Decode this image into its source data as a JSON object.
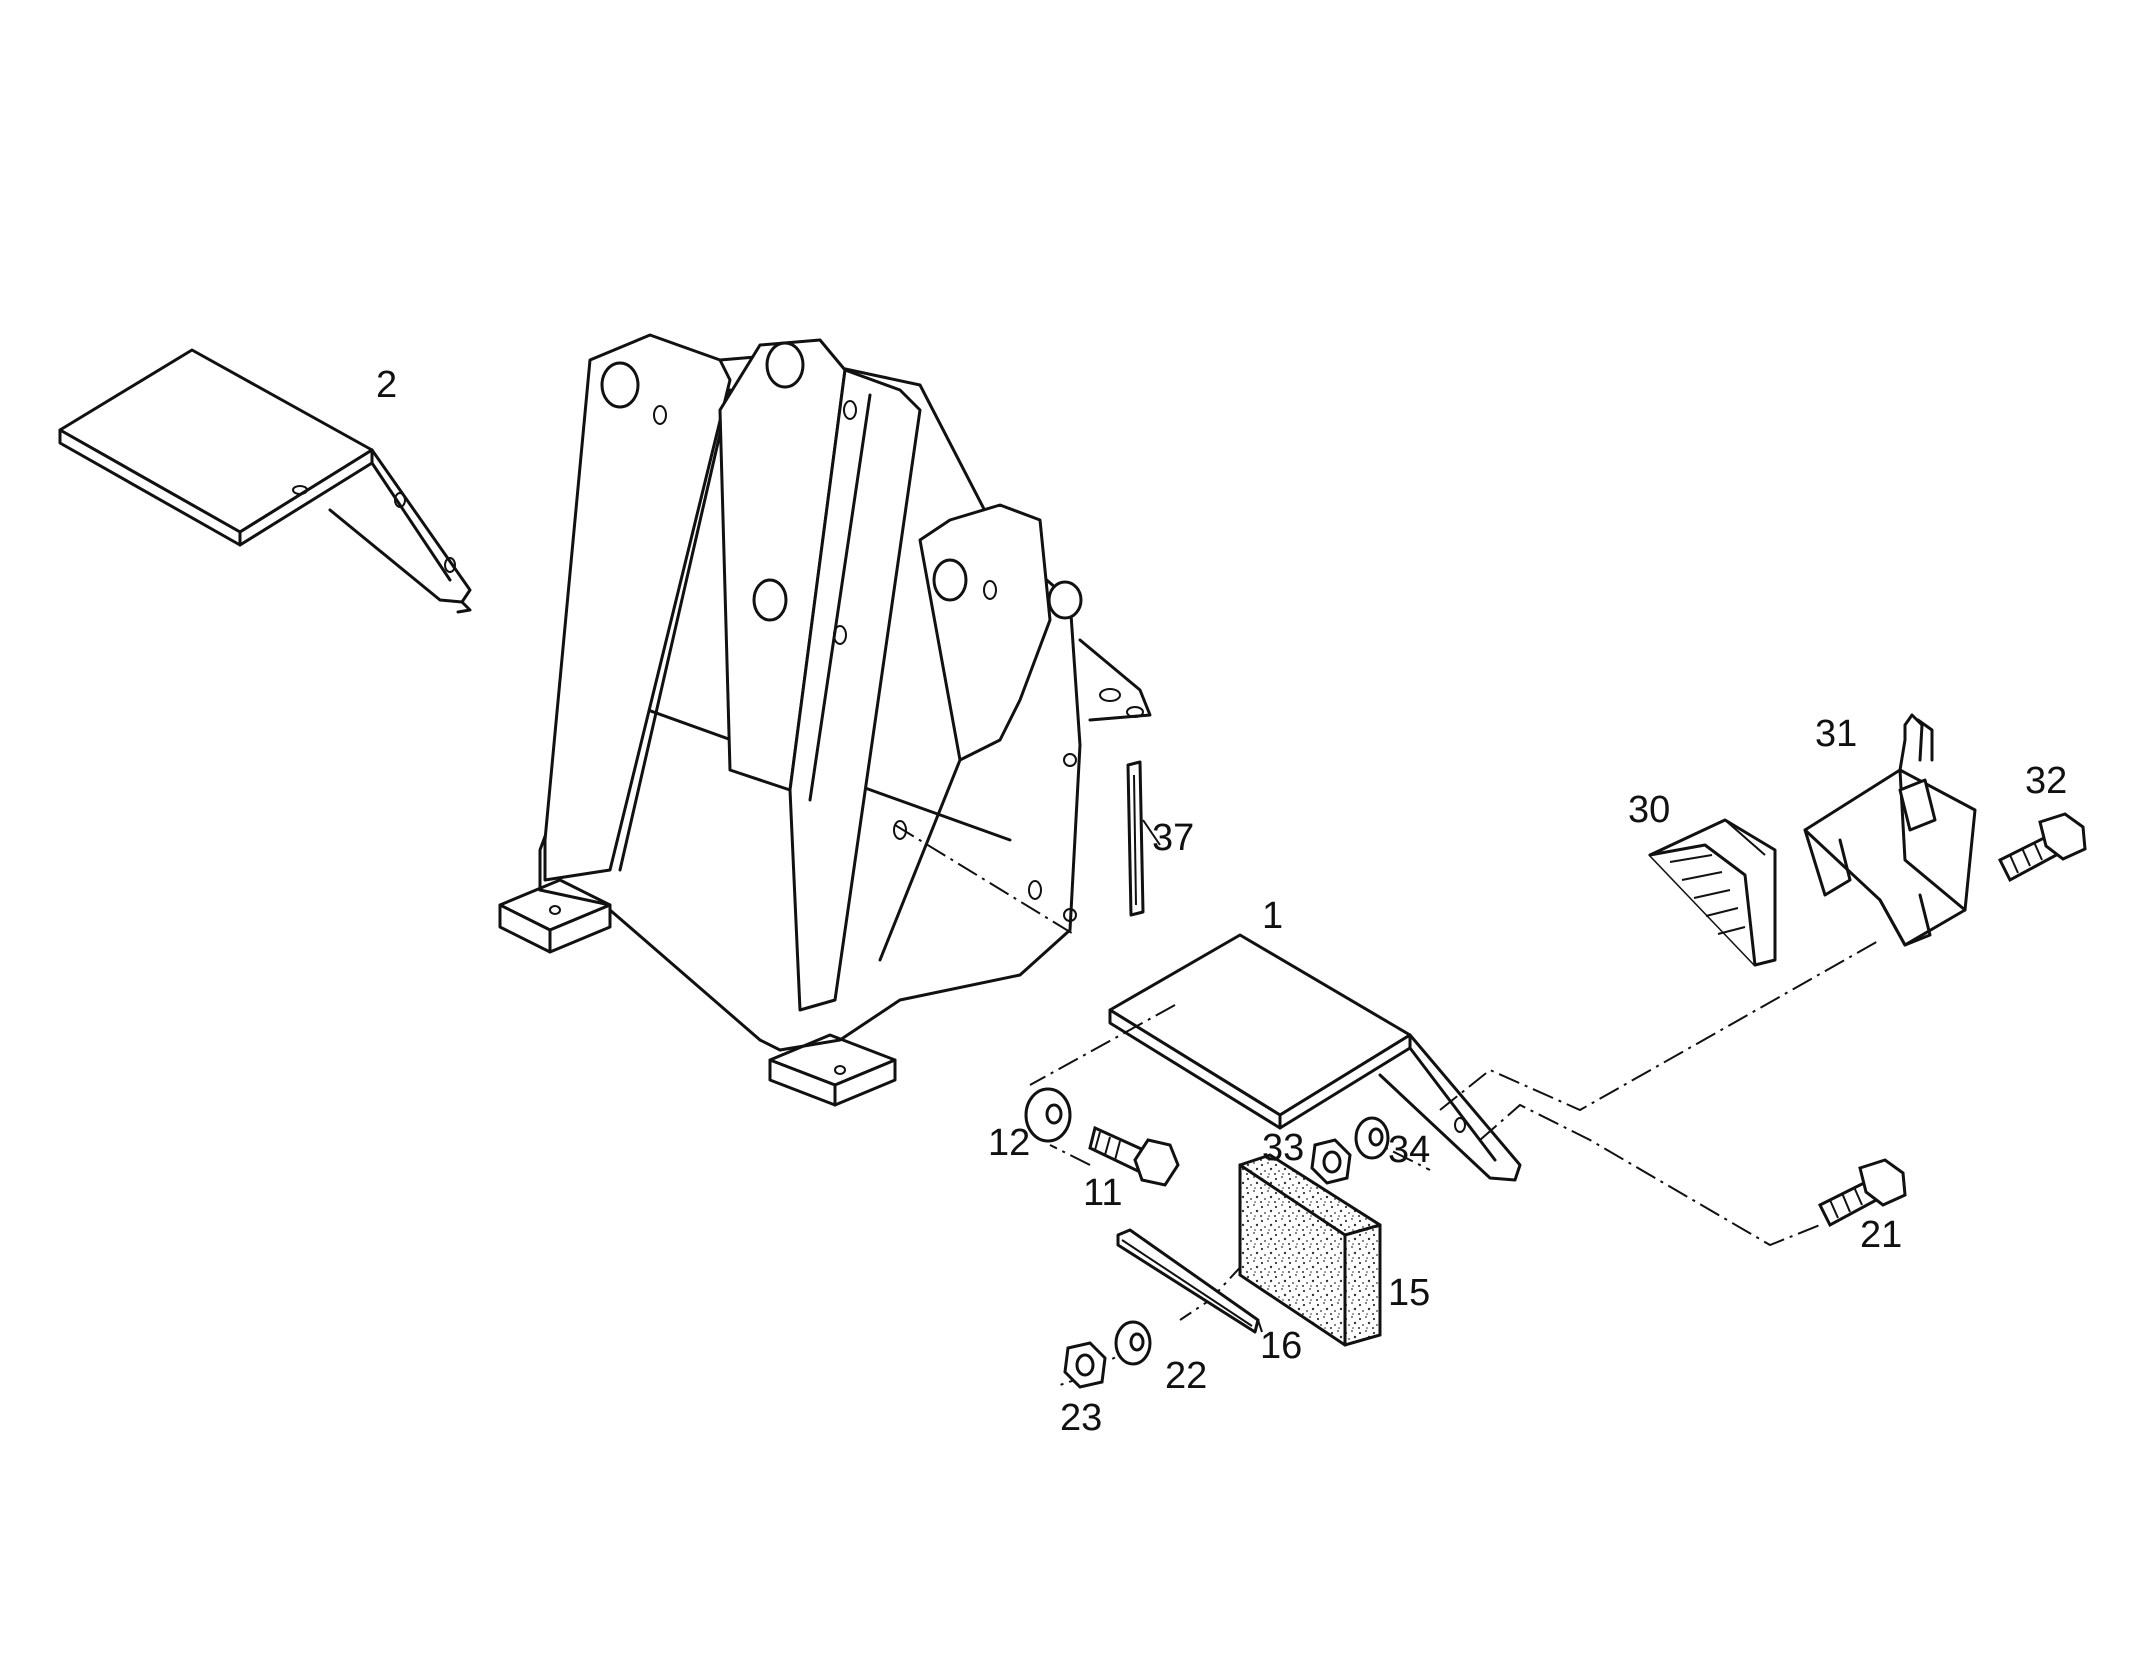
{
  "diagram": {
    "background": "#ffffff",
    "ink": "#111111",
    "callouts": {
      "c1": "1",
      "c2": "2",
      "c11": "11",
      "c12": "12",
      "c15": "15",
      "c16": "16",
      "c21": "21",
      "c22": "22",
      "c23": "23",
      "c30": "30",
      "c31": "31",
      "c32": "32",
      "c33": "33",
      "c34": "34",
      "c37": "37"
    }
  }
}
